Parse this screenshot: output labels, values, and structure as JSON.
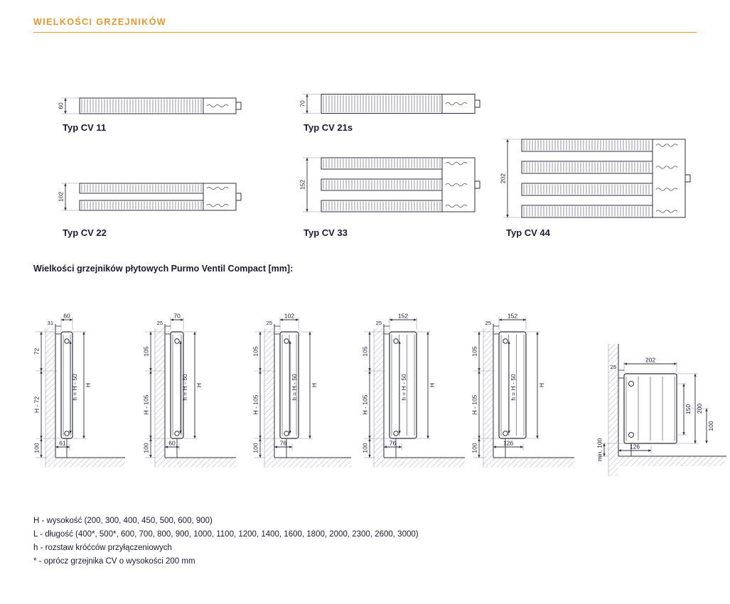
{
  "header": {
    "title": "WIELKOŚCI GRZEJNIKÓW"
  },
  "colors": {
    "accent": "#E8962E",
    "ink": "#1A1A33"
  },
  "cross_sections": [
    {
      "id": "cv11",
      "label": "Typ CV 11",
      "depth_dim": "60",
      "panels": 1
    },
    {
      "id": "cv21s",
      "label": "Typ CV 21s",
      "depth_dim": "70",
      "panels": 1
    },
    {
      "id": "cv22",
      "label": "Typ CV 22",
      "depth_dim": "102",
      "panels": 2
    },
    {
      "id": "cv33",
      "label": "Typ CV 33",
      "depth_dim": "152",
      "panels": 3
    },
    {
      "id": "cv44",
      "label": "Typ CV 44",
      "depth_dim": "202",
      "panels": 4
    }
  ],
  "section": {
    "title": "Wielkości grzejników płytowych Purmo Ventil Compact [mm]:"
  },
  "side_views": [
    {
      "top_width": "60",
      "wall_gap": "31",
      "upper": "72",
      "lower": "H - 72",
      "spacing": "h = H - 50",
      "overall": "H",
      "floor_clearance": "100",
      "bottom_width": "61"
    },
    {
      "top_width": "70",
      "wall_gap": "25",
      "upper": "105",
      "lower": "H - 105",
      "spacing": "h = H - 50",
      "overall": "H",
      "floor_clearance": "100",
      "bottom_width": "60"
    },
    {
      "top_width": "102",
      "wall_gap": "25",
      "upper": "105",
      "lower": "H - 105",
      "spacing": "h = H - 50",
      "overall": "H",
      "floor_clearance": "100",
      "bottom_width": "76"
    },
    {
      "top_width": "152",
      "wall_gap": "25",
      "upper": "105",
      "lower": "H - 105",
      "spacing": "h = H - 50",
      "overall": "H",
      "floor_clearance": "100",
      "bottom_width": "76"
    },
    {
      "top_width": "152",
      "wall_gap": "25",
      "upper": "105",
      "lower": "H - 105",
      "spacing": "h = H - 50",
      "overall": "H",
      "floor_clearance": "100",
      "bottom_width": "126"
    }
  ],
  "corner_view": {
    "top_width": "202",
    "wall_gap": "25",
    "connection_spacing": "150",
    "height": "200",
    "bottom_height": "100",
    "min_clearance": "min. 100",
    "bottom_width": "126"
  },
  "legend": {
    "lines": [
      "H - wysokość (200, 300, 400, 450, 500, 600, 900)",
      "L - długość (400*, 500*, 600, 700, 800, 900, 1000, 1100, 1200, 1400, 1600, 1800, 2000, 2300, 2600, 3000)",
      "h - rozstaw króćców przyłączeniowych",
      "* - oprócz grzejnika CV o wysokości 200 mm"
    ]
  }
}
